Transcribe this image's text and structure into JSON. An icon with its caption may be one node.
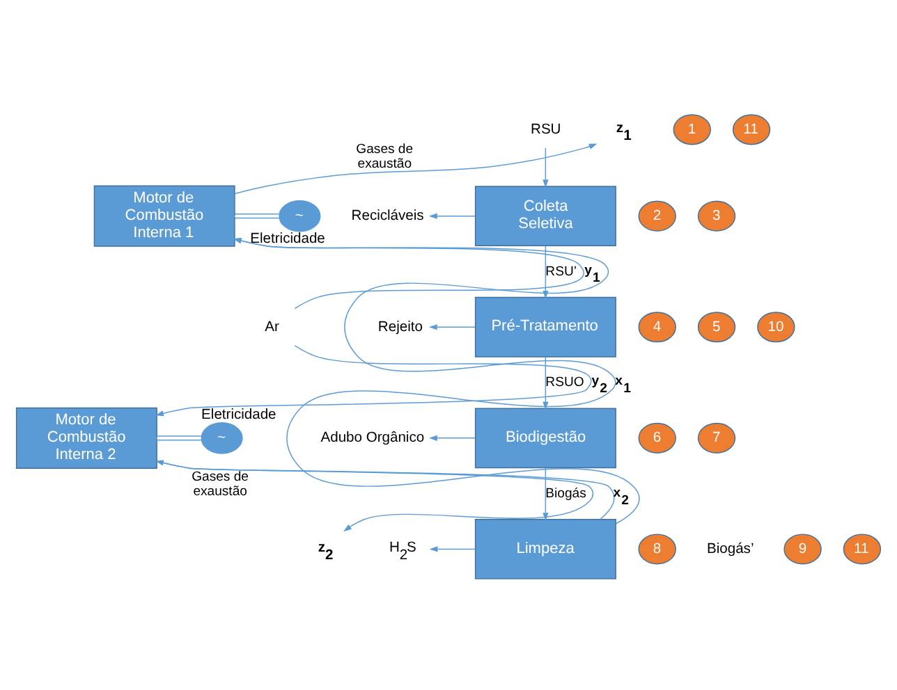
{
  "diagram": {
    "nodes": [
      {
        "text": [
          "RSU"
        ]
      },
      {
        "text": [
          "1"
        ]
      },
      {
        "text": [
          "Coleta Seletiva"
        ]
      },
      {
        "text": [
          "Recicláveis"
        ]
      },
      {
        "text": [
          "2"
        ]
      },
      {
        "text": [
          "3"
        ]
      },
      {
        "text": [
          "Pré-Tratamento"
        ]
      },
      {
        "text": [
          "Rejeito"
        ]
      },
      {
        "text": [
          "4"
        ]
      },
      {
        "text": [
          "5"
        ]
      },
      {
        "text": [
          "Biodigestão"
        ]
      },
      {
        "text": [
          "Adubo Orgânico"
        ]
      },
      {
        "text": [
          "6"
        ]
      },
      {
        "text": [
          "7"
        ]
      },
      {
        "text": [
          "Limpeza"
        ]
      },
      {
        "text": [
          "H$_{2}$S"
        ]
      },
      {
        "text": [
          "8"
        ]
      },
      {
        "text": [
          "9"
        ]
      },
      {
        "text": [
          "z$_{1}$"
        ]
      },
      {
        "text": [
          "11"
        ]
      },
      {
        "text": [
          "Motor de Combustão Interna 1"
        ]
      },
      {
        "text": [
          "~"
        ],
        "beside": [
          "Eletricidade"
        ]
      },
      {
        "text": [
          "Ar"
        ]
      },
      {
        "text": [
          "10"
        ]
      },
      {
        "text": [
          "Motor de Combustão Interna 2"
        ]
      },
      {
        "text": [
          "~"
        ],
        "beside": [
          "Eletricidade"
        ]
      },
      {
        "text": [
          "11"
        ]
      },
      {
        "text": [
          "z$_{2}$"
        ]
      }
    ],
    "edges": [
      {
        "from": 0,
        "to": 2,
        "arrow": "to"
      },
      {
        "from": 2,
        "to": 3,
        "arrow": "to"
      },
      {
        "from": 2,
        "to": 6,
        "arrow": "to",
        "label": "RSU’"
      },
      {
        "from": 6,
        "to": 7,
        "arrow": "to"
      },
      {
        "from": 6,
        "to": 10,
        "arrow": "to",
        "label": "RSUO"
      },
      {
        "from": 10,
        "to": 11,
        "arrow": "to"
      },
      {
        "from": 10,
        "to": 14,
        "arrow": "to",
        "label": "Biogás"
      },
      {
        "from": 14,
        "to": 15,
        "arrow": "to"
      },
      {
        "from": 14,
        "to": 20,
        "arrow": "to",
        "label": "x$_{1}$"
      },
      {
        "from": 14,
        "to": 24,
        "arrow": "to",
        "label": "x$_{2}$"
      },
      {
        "from": 22,
        "to": 20,
        "arrow": "to",
        "label": "y$_{1}$"
      },
      {
        "from": 22,
        "to": 24,
        "arrow": "to",
        "label": "y$_{2}$"
      },
      {
        "from": 20,
        "to": 18,
        "arrow": "to",
        "label": "Gases de exaustão"
      },
      {
        "from": 24,
        "to": 27,
        "arrow": "to",
        "label": "Gases de exaustão"
      },
      {
        "from": 20,
        "to": 21,
        "arrow": "none"
      },
      {
        "from": 24,
        "to": 25,
        "arrow": "none"
      }
    ],
    "labels": [
      "Biogás’"
    ]
  }
}
